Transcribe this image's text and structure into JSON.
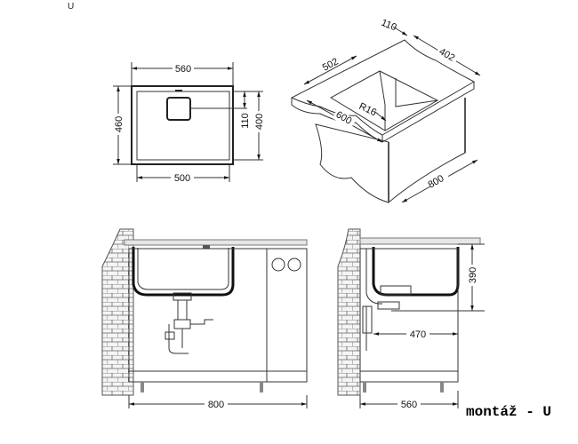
{
  "corner_label": "U",
  "caption": "montáž - U",
  "top_view": {
    "width_outer": "560",
    "height_outer": "460",
    "drain_offset": "110",
    "height_inner": "400",
    "width_inner": "500"
  },
  "iso_view": {
    "back_strip": "110",
    "depth_opening": "402",
    "width_opening": "502",
    "radius": "R16",
    "cabinet_depth": "600",
    "cabinet_width": "800"
  },
  "front_view": {
    "cabinet_width": "800"
  },
  "side_view": {
    "bowl_depth": "390",
    "drain_distance": "470",
    "cabinet_depth": "560"
  }
}
